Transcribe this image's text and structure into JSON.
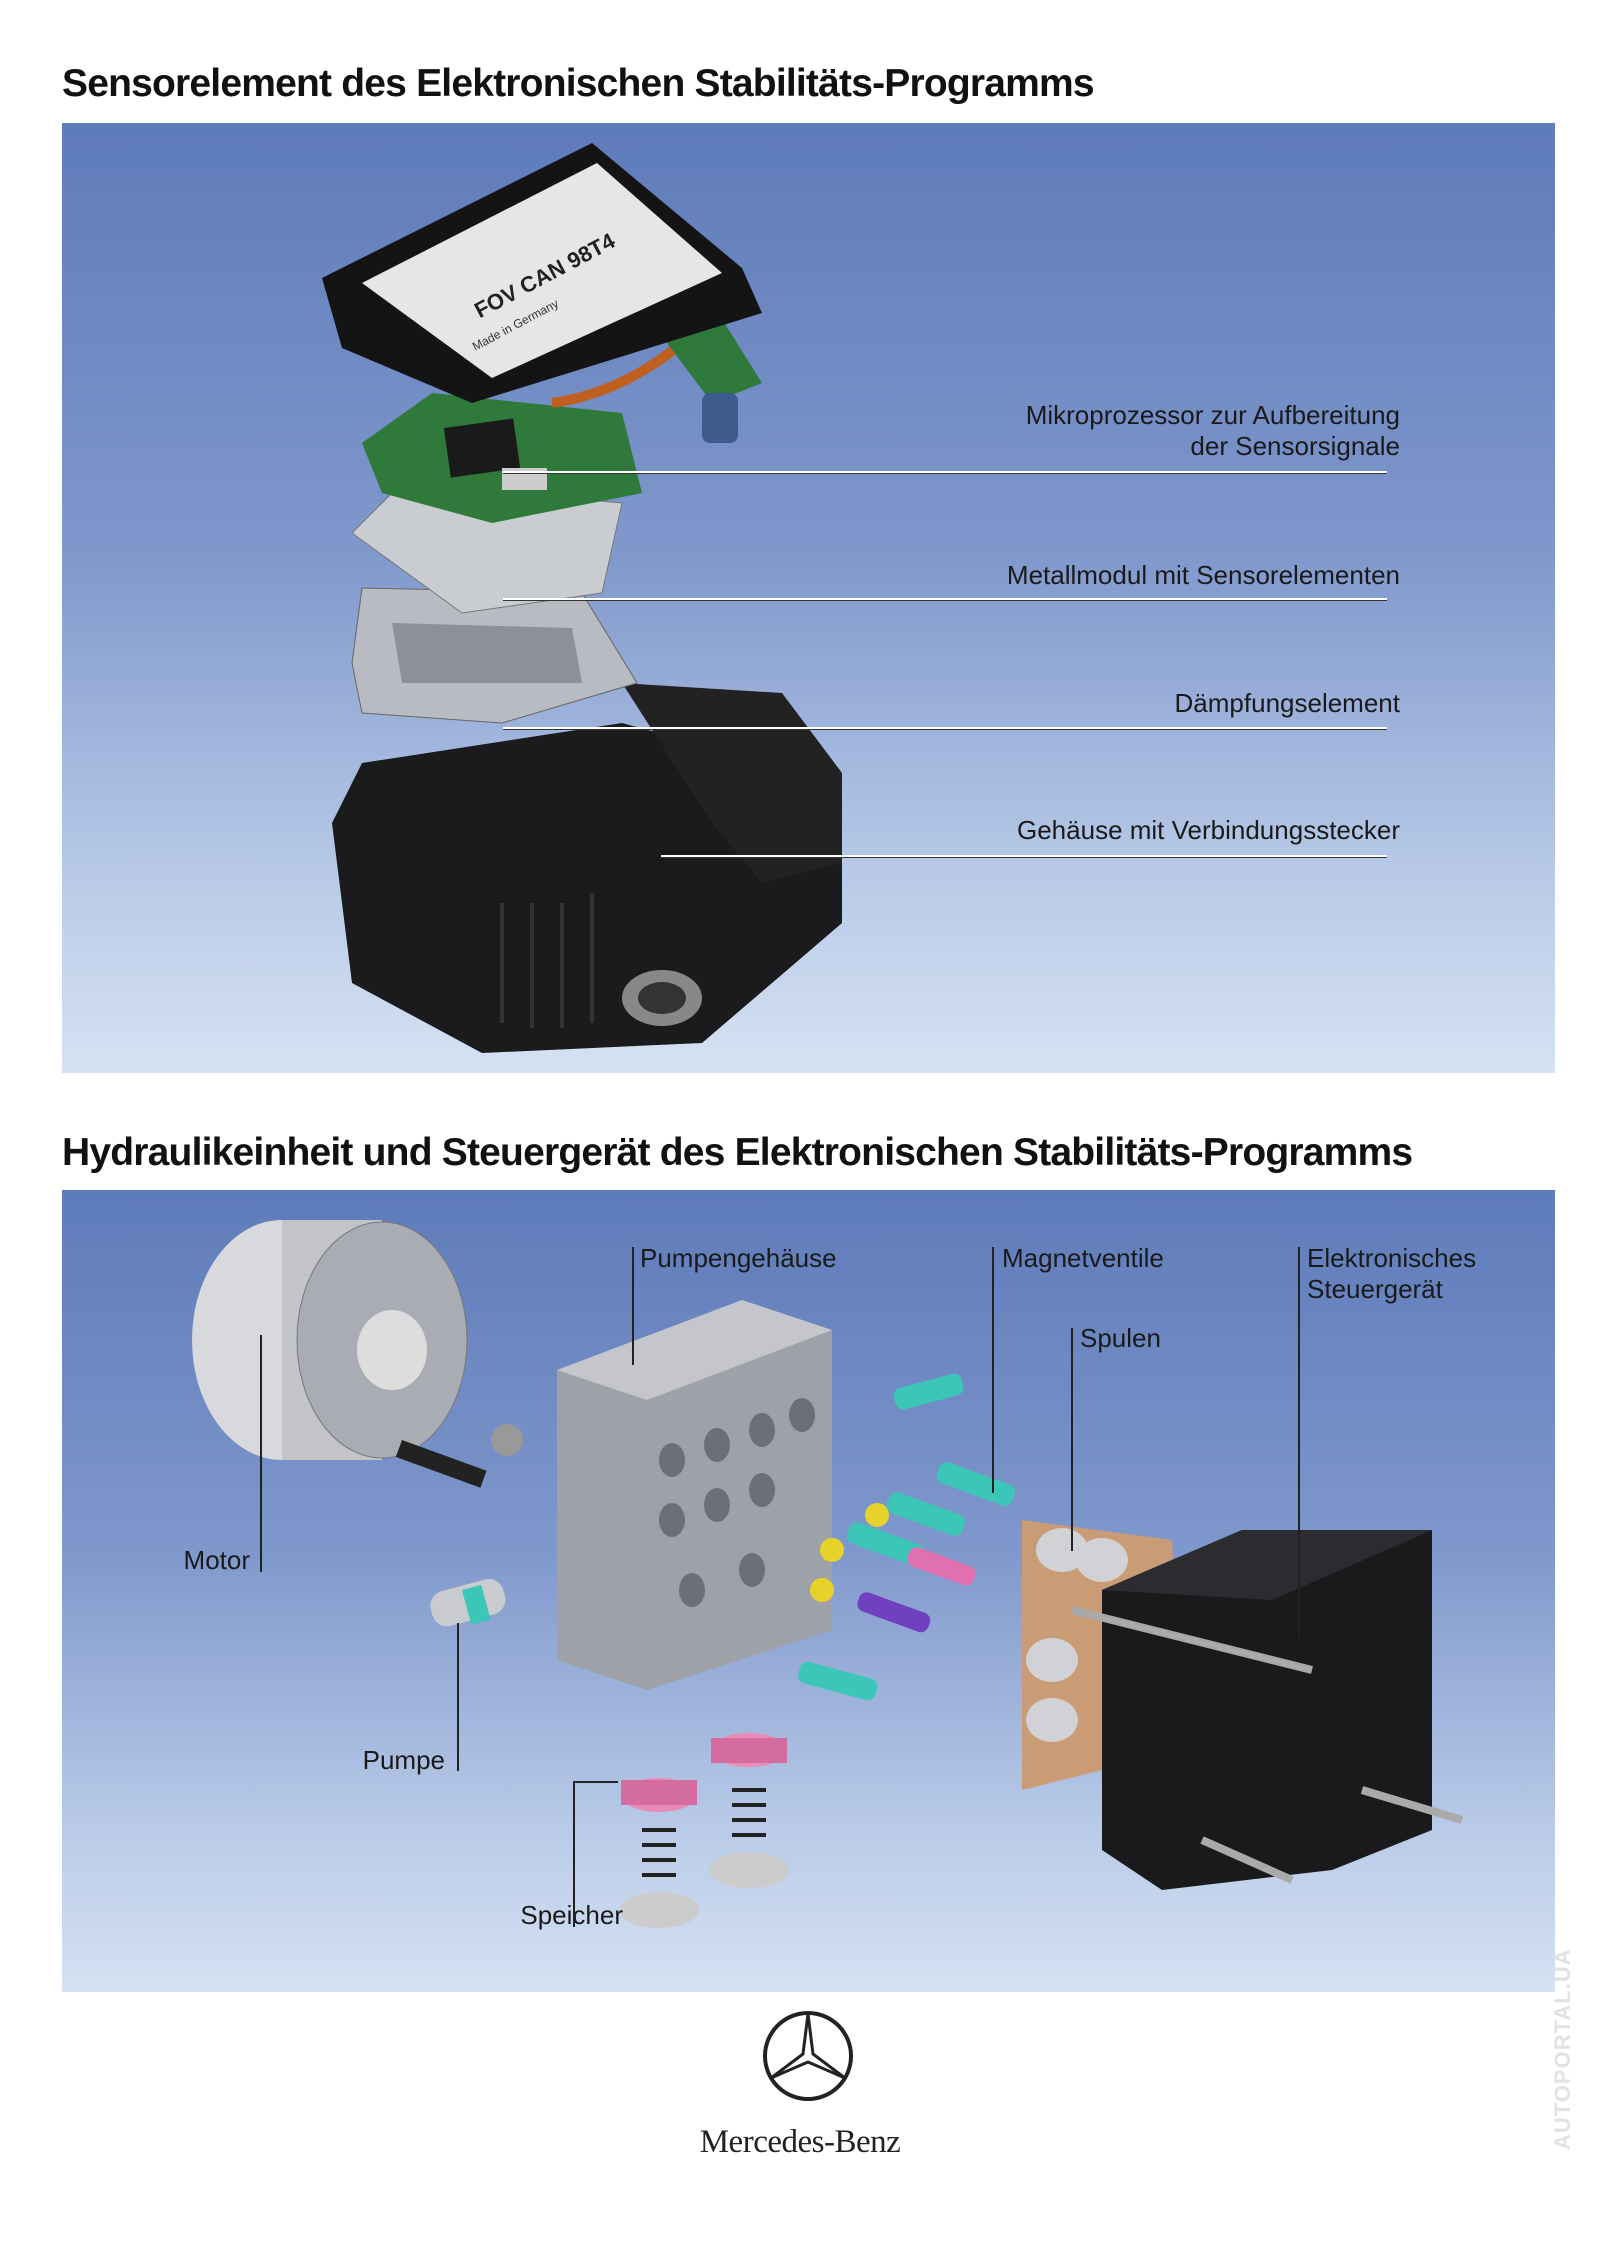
{
  "section1": {
    "title": "Sensorelement des Elektronischen Stabilitäts-Programms",
    "labels": {
      "mikroprozessor_line1": "Mikroprozessor zur Aufbereitung",
      "mikroprozessor_line2": "der Sensorsignale",
      "metallmodul": "Metallmodul mit Sensorelementen",
      "daempfung": "Dämpfungselement",
      "gehaeuse": "Gehäuse mit Verbindungsstecker"
    },
    "sensor_cover_text": "FOV CAN 98T4",
    "sensor_cover_subtext": "Made in Germany"
  },
  "section2": {
    "title": "Hydraulikeinheit und Steuergerät des Elektronischen Stabilitäts-Programms",
    "labels": {
      "pumpengehaeuse": "Pumpengehäuse",
      "magnetventile": "Magnetventile",
      "steuergeraet_line1": "Elektronisches",
      "steuergeraet_line2": "Steuergerät",
      "spulen": "Spulen",
      "motor": "Motor",
      "pumpe": "Pumpe",
      "speicher": "Speicher"
    }
  },
  "footer": {
    "brand": "Mercedes-Benz",
    "watermark": "AUTOPORTAL.UA"
  },
  "colors": {
    "panel_top": "#5e7bba",
    "panel_bottom": "#d6e2f3"
  }
}
